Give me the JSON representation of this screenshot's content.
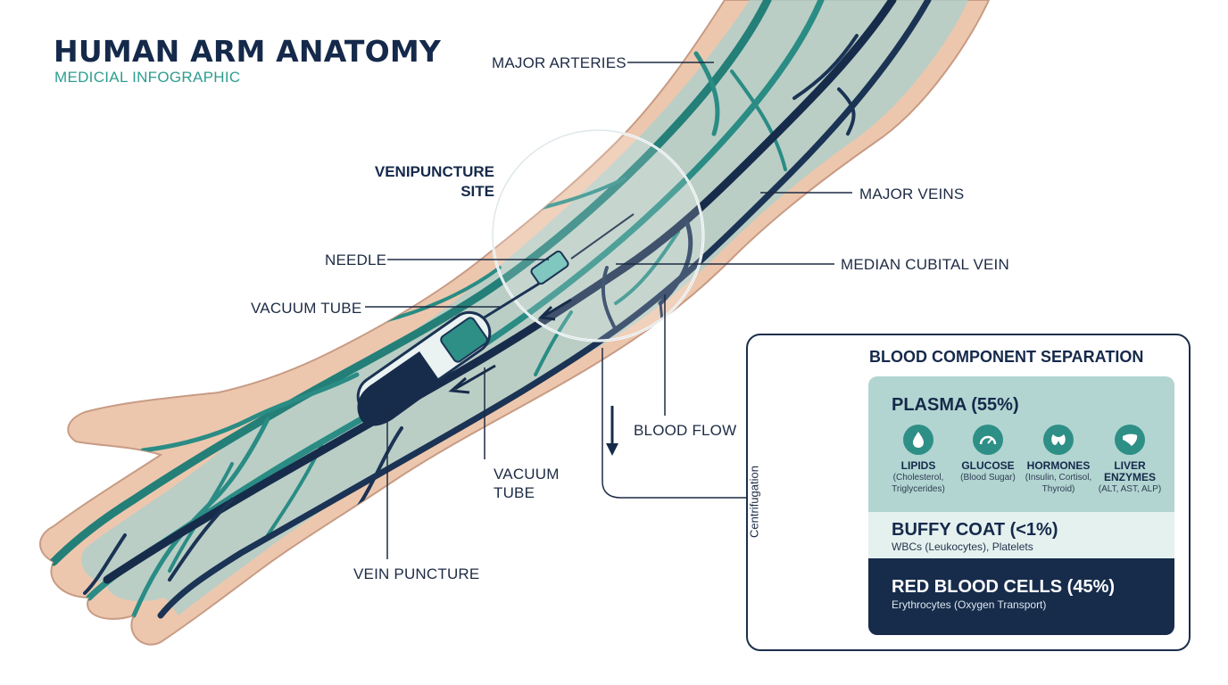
{
  "header": {
    "title": "HUMAN ARM ANATOMY",
    "subtitle": "MEDICIAL INFOGRAPHIC"
  },
  "labels": {
    "major_arteries": "MAJOR ARTERIES",
    "venipuncture_line1": "VENIPUNCTURE",
    "venipuncture_line2": "SITE",
    "major_veins": "MAJOR VEINS",
    "needle": "NEEDLE",
    "median_cubital_vein": "MEDIAN CUBITAL VEIN",
    "vacuum_tube_top": "VACUUM TUBE",
    "blood_flow": "BLOOD FLOW",
    "vacuum_tube_bottom_line1": "VACUUM",
    "vacuum_tube_bottom_line2": "TUBE",
    "vein_puncture": "VEIN PUNCTURE"
  },
  "panel": {
    "title": "BLOOD COMPONENT SEPARATION",
    "centrifugation": "Centrifugation",
    "plasma": {
      "title": "PLASMA (55%)",
      "components": [
        {
          "name_line1": "LIPIDS",
          "name_line2": "",
          "desc_line1": "(Cholesterol,",
          "desc_line2": "Triglycerides)",
          "icon": "droplet-icon"
        },
        {
          "name_line1": "GLUCOSE",
          "name_line2": "",
          "desc_line1": "(Blood Sugar)",
          "desc_line2": "",
          "icon": "gauge-icon"
        },
        {
          "name_line1": "HORMONES",
          "name_line2": "",
          "desc_line1": "(Insulin, Cortisol,",
          "desc_line2": "Thyroid)",
          "icon": "thyroid-icon"
        },
        {
          "name_line1": "LIVER",
          "name_line2": "ENZYMES",
          "desc_line1": "(ALT, AST, ALP)",
          "desc_line2": "",
          "icon": "liver-icon"
        }
      ]
    },
    "buffy": {
      "title": "BUFFY COAT (<1%)",
      "desc": "WBCs (Leukocytes), Platelets"
    },
    "rbc": {
      "title": "RED BLOOD CELLS (45%)",
      "desc": "Erythrocytes (Oxygen Transport)"
    }
  },
  "colors": {
    "navy": "#172c4b",
    "teal": "#2e8f86",
    "skin": "#e9c3aa",
    "plasma": "#b2d5d1"
  }
}
